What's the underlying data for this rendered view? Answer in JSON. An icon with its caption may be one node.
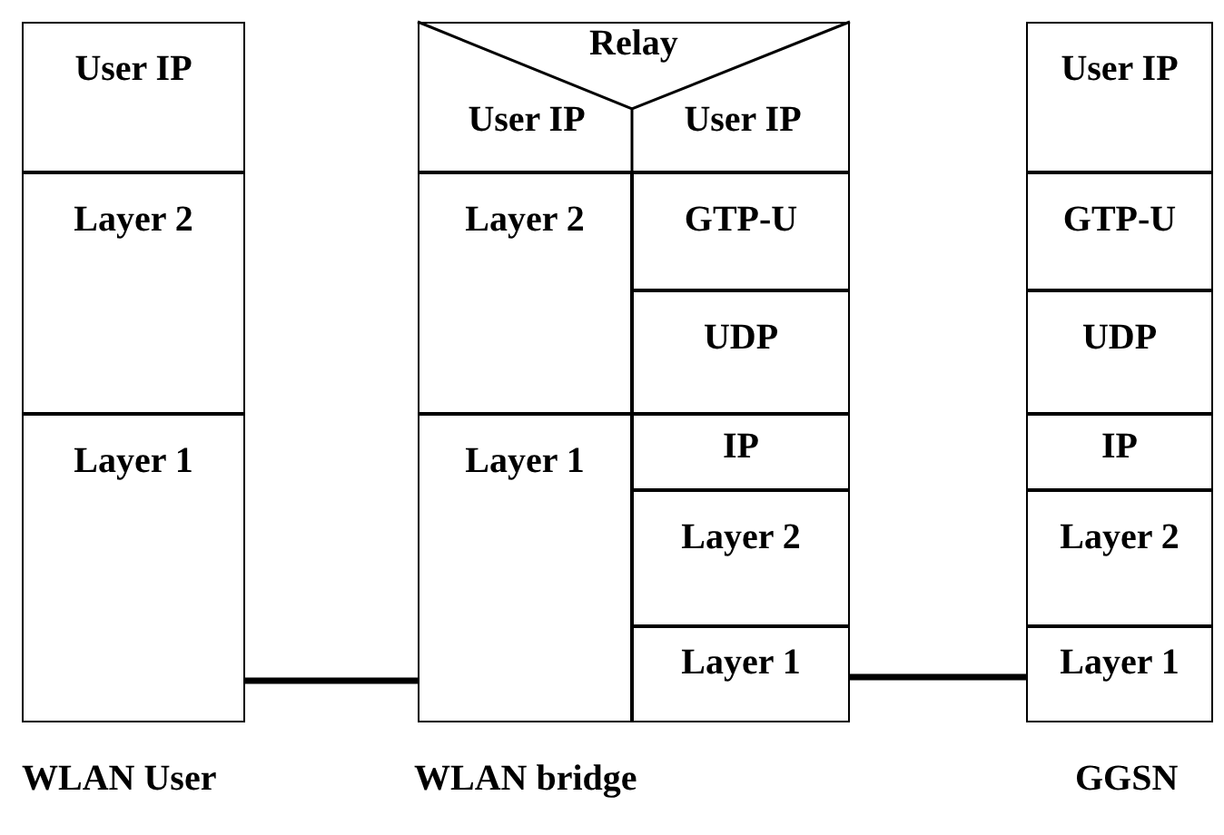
{
  "diagram": {
    "nodes": [
      {
        "text": [
          "User IP"
        ]
      },
      {
        "text": [
          "Layer 2"
        ]
      },
      {
        "text": [
          "Layer 1"
        ]
      },
      {
        "text": [
          "Relay"
        ]
      },
      {
        "text": [
          "User IP"
        ],
        "in": 3
      },
      {
        "text": [
          "User IP"
        ],
        "in": 3
      },
      {
        "text": [
          "Layer 2"
        ]
      },
      {
        "text": [
          "Layer 1"
        ]
      },
      {
        "text": [
          "GTP-U"
        ]
      },
      {
        "text": [
          "UDP"
        ]
      },
      {
        "text": [
          "IP"
        ]
      },
      {
        "text": [
          "Layer 2"
        ]
      },
      {
        "text": [
          "Layer 1"
        ]
      },
      {
        "text": [
          "User IP"
        ]
      },
      {
        "text": [
          "GTP-U"
        ]
      },
      {
        "text": [
          "UDP"
        ]
      },
      {
        "text": [
          "IP"
        ]
      },
      {
        "text": [
          "Layer 2"
        ]
      },
      {
        "text": [
          "Layer 1"
        ]
      }
    ],
    "edges": [
      {
        "from": 2,
        "to": 7,
        "arrow": "none"
      },
      {
        "from": 12,
        "to": 18,
        "arrow": "none"
      }
    ],
    "labels": [
      "WLAN User",
      "WLAN bridge",
      "GGSN"
    ]
  }
}
